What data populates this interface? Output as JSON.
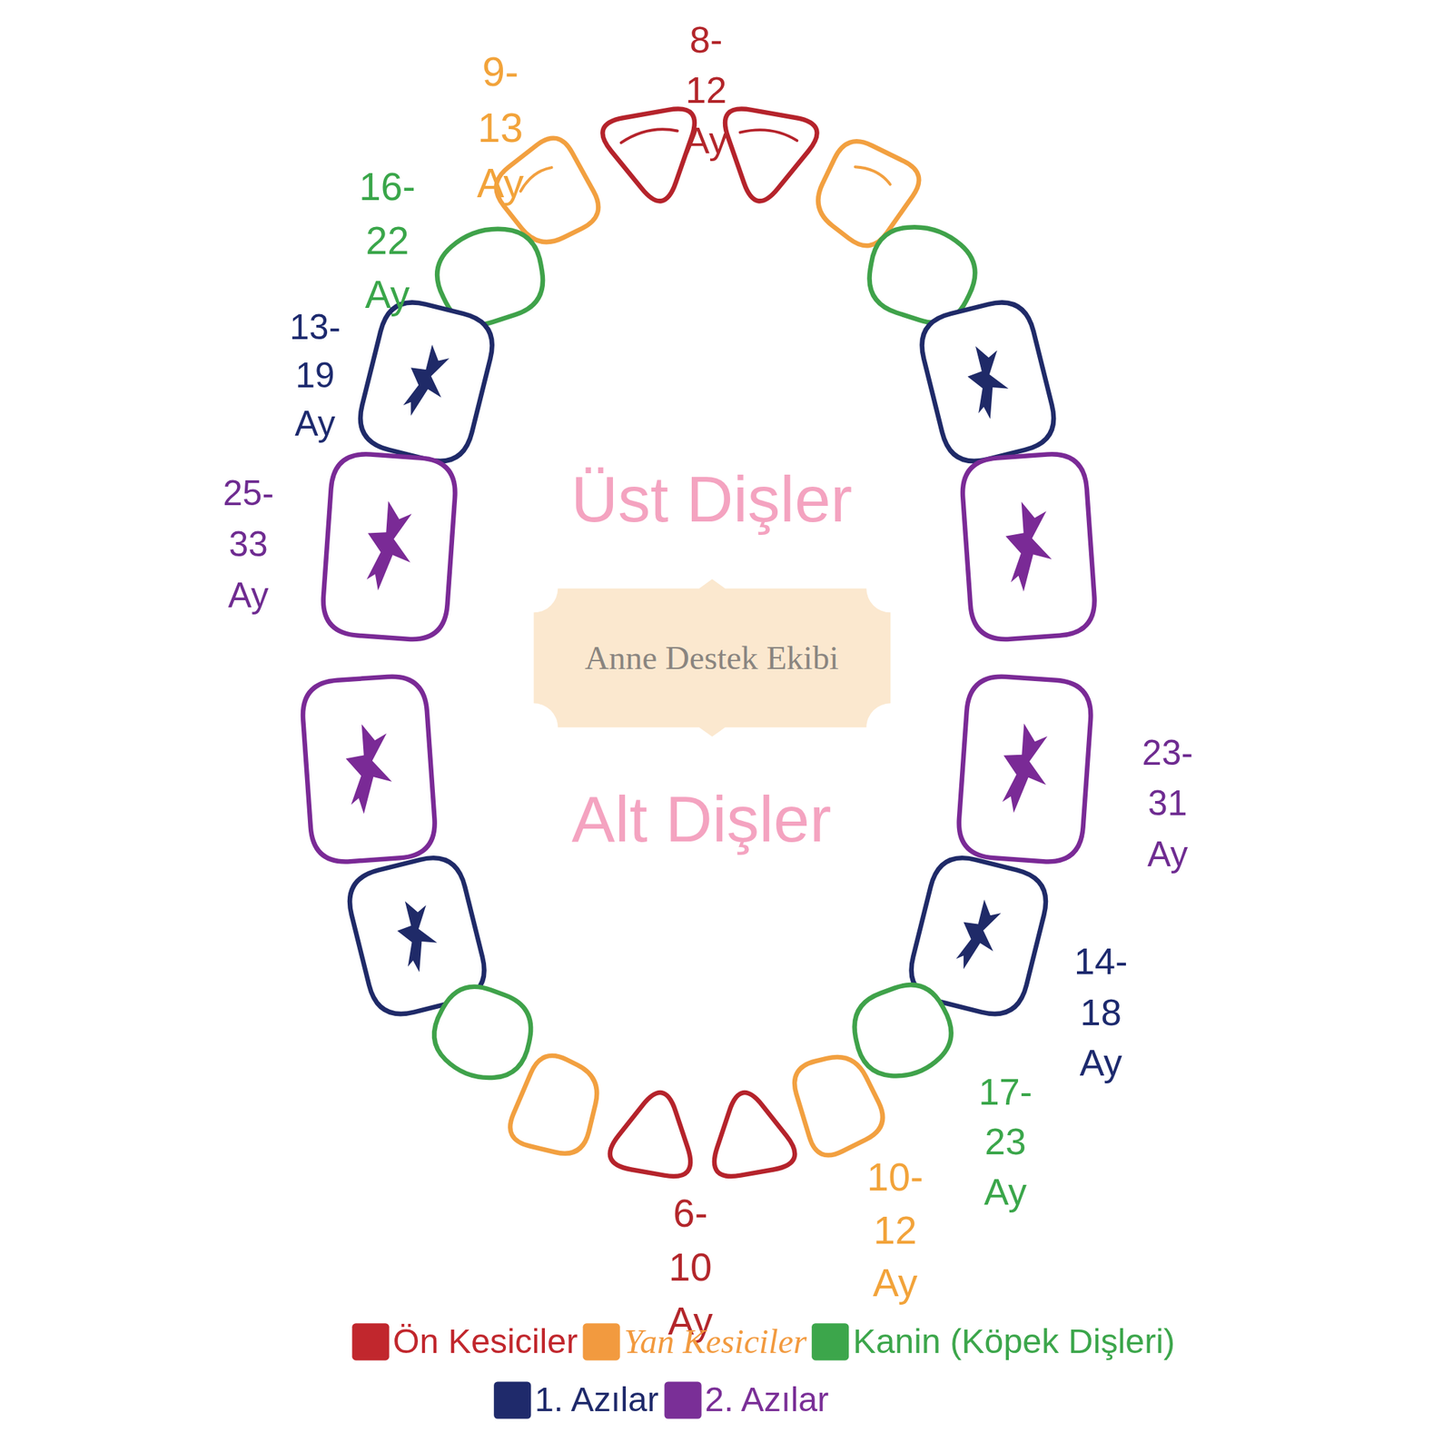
{
  "diagram": {
    "nodes": [
      {
        "text": [
          "Anne Destek Ekibi"
        ]
      }
    ],
    "labels": [
      "8-12 Ay",
      "9-13 Ay",
      "16-22 Ay",
      "13-19 Ay",
      "25-33 Ay",
      "Üst Dişler",
      "Alt Dişler",
      "23-31 Ay",
      "14-18 Ay",
      "17-23 Ay",
      "10-12 Ay",
      "6-10 Ay"
    ],
    "legend": [
      {
        "text": "Ön Kesiciler",
        "color": "#c1272d"
      },
      {
        "text": "Yan Kesiciler",
        "color": "#f29a3f"
      },
      {
        "text": "Kanin (Köpek Dişleri)",
        "color": "#3ca64b"
      },
      {
        "text": "1. Azılar",
        "color": "#1f2a6b"
      },
      {
        "text": "2. Azılar",
        "color": "#7a2f97"
      }
    ]
  }
}
